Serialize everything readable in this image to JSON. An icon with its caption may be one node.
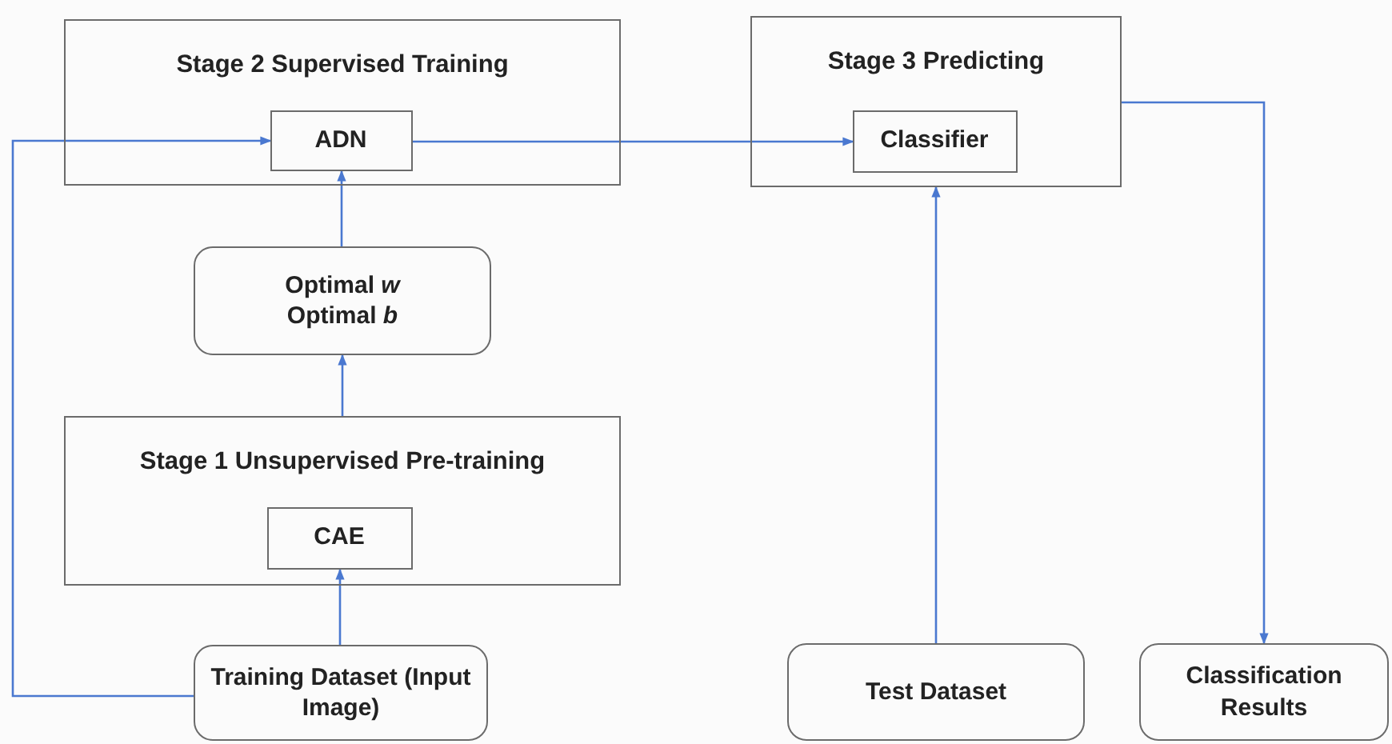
{
  "diagram": {
    "nodes": [
      {
        "text": [
          "Stage 2 Supervised Training"
        ]
      },
      {
        "text": [
          "ADN"
        ],
        "in": 0
      },
      {
        "text": [
          "Stage 3 Predicting"
        ]
      },
      {
        "text": [
          "Classifier"
        ],
        "in": 2
      },
      {
        "text": [
          "Optimal *w*",
          "Optimal *b*"
        ]
      },
      {
        "text": [
          "Stage 1 Unsupervised Pre-training"
        ]
      },
      {
        "text": [
          "CAE"
        ],
        "in": 5
      },
      {
        "text": [
          "Training Dataset (Input Image)"
        ]
      },
      {
        "text": [
          "Test Dataset"
        ]
      },
      {
        "text": [
          "Classification Results"
        ]
      }
    ],
    "edges": [
      {
        "from": 7,
        "to": 1,
        "arrow": "to"
      },
      {
        "from": 7,
        "to": 6,
        "arrow": "to"
      },
      {
        "from": 5,
        "to": 4,
        "arrow": "to"
      },
      {
        "from": 4,
        "to": 1,
        "arrow": "to"
      },
      {
        "from": 1,
        "to": 3,
        "arrow": "to"
      },
      {
        "from": 8,
        "to": 2,
        "arrow": "to"
      },
      {
        "from": 2,
        "to": 9,
        "arrow": "to"
      }
    ]
  }
}
